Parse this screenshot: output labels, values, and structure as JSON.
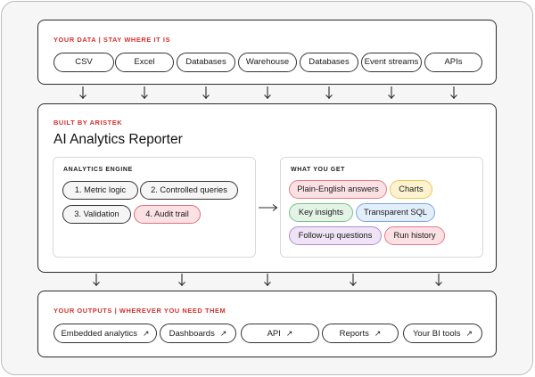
{
  "sources": {
    "eyebrow": "YOUR DATA | STAY WHERE IT IS",
    "items": [
      "CSV",
      "Excel",
      "Databases",
      "Warehouse",
      "Databases",
      "Event streams",
      "APIs"
    ]
  },
  "core": {
    "eyebrow": "BUILT BY ARISTEK",
    "title": "AI Analytics Reporter",
    "engine": {
      "heading": "ANALYTICS ENGINE",
      "steps": [
        "1. Metric logic",
        "2. Controlled  queries",
        "3. Validation",
        "4. Audit trail"
      ]
    },
    "results": {
      "heading": "WHAT YOU GET",
      "items": [
        "Plain-English answers",
        "Charts",
        "Key insights",
        "Transparent SQL",
        "Follow-up questions",
        "Run history"
      ]
    }
  },
  "outputs": {
    "eyebrow": "YOUR OUTPUTS | WHEREVER YOU NEED THEM",
    "items": [
      "Embedded analytics",
      "Dashboards",
      "API",
      "Reports",
      "Your BI tools"
    ],
    "arrow_glyph": "↗"
  },
  "colors": {
    "accent_red": "#d32f2f",
    "pink_fill": "#fbe1e4",
    "pink_border": "#e57b86",
    "yellow_fill": "#fdf3d0",
    "yellow_border": "#e9c75a",
    "green_fill": "#e3f3e5",
    "green_border": "#7cc08a",
    "blue_fill": "#e3eefb",
    "blue_border": "#7aa7e0",
    "purple_fill": "#eee4f6",
    "purple_border": "#b38bd6"
  }
}
